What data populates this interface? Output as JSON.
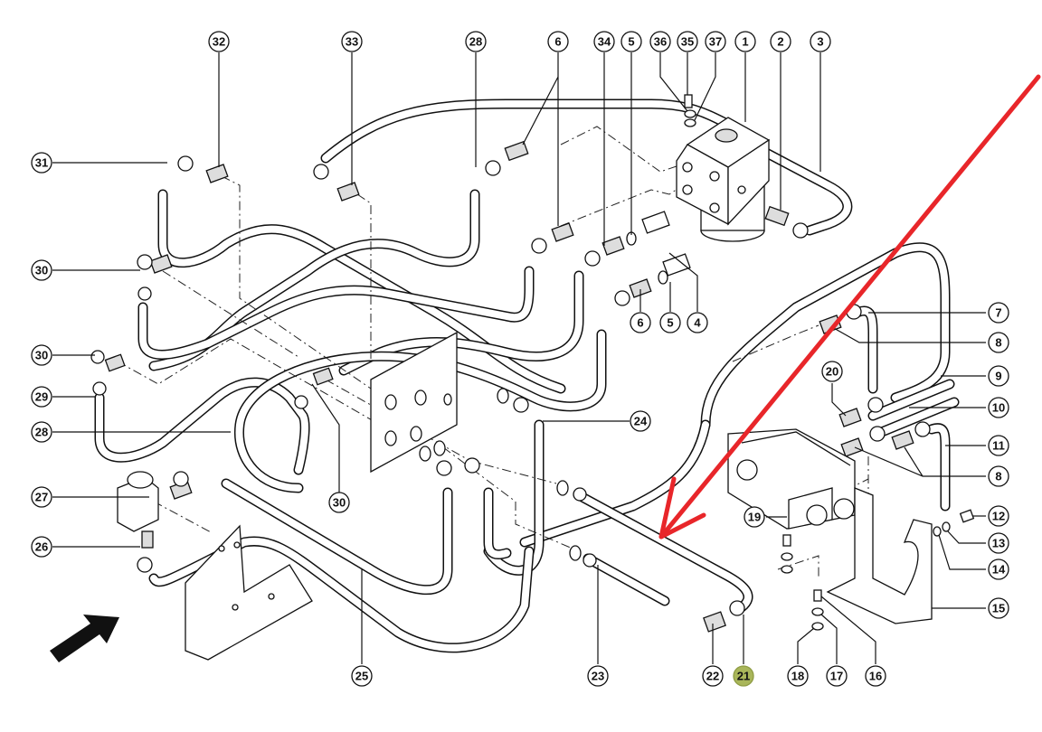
{
  "diagram": {
    "type": "exploded-parts-diagram",
    "subject": "hydraulic hose and fitting assembly",
    "highlighted_part": "21",
    "highlight_color": "#a9b65a",
    "annotation_arrow_color": "#e8262a",
    "direction_arrow_color": "#111111",
    "callouts": [
      {
        "id": "c32",
        "label": "32"
      },
      {
        "id": "c33",
        "label": "33"
      },
      {
        "id": "c28a",
        "label": "28"
      },
      {
        "id": "c6a",
        "label": "6"
      },
      {
        "id": "c34",
        "label": "34"
      },
      {
        "id": "c5a",
        "label": "5"
      },
      {
        "id": "c36",
        "label": "36"
      },
      {
        "id": "c35",
        "label": "35"
      },
      {
        "id": "c37",
        "label": "37"
      },
      {
        "id": "c1",
        "label": "1"
      },
      {
        "id": "c2",
        "label": "2"
      },
      {
        "id": "c3",
        "label": "3"
      },
      {
        "id": "c31",
        "label": "31"
      },
      {
        "id": "c30a",
        "label": "30"
      },
      {
        "id": "c30b",
        "label": "30"
      },
      {
        "id": "c29",
        "label": "29"
      },
      {
        "id": "c28b",
        "label": "28"
      },
      {
        "id": "c27",
        "label": "27"
      },
      {
        "id": "c26",
        "label": "26"
      },
      {
        "id": "c30c",
        "label": "30"
      },
      {
        "id": "c6b",
        "label": "6"
      },
      {
        "id": "c5b",
        "label": "5"
      },
      {
        "id": "c4",
        "label": "4"
      },
      {
        "id": "c7",
        "label": "7"
      },
      {
        "id": "c8a",
        "label": "8"
      },
      {
        "id": "c9",
        "label": "9"
      },
      {
        "id": "c10",
        "label": "10"
      },
      {
        "id": "c11",
        "label": "11"
      },
      {
        "id": "c8b",
        "label": "8"
      },
      {
        "id": "c12",
        "label": "12"
      },
      {
        "id": "c13",
        "label": "13"
      },
      {
        "id": "c14",
        "label": "14"
      },
      {
        "id": "c15",
        "label": "15"
      },
      {
        "id": "c20",
        "label": "20"
      },
      {
        "id": "c24",
        "label": "24"
      },
      {
        "id": "c19",
        "label": "19"
      },
      {
        "id": "c25",
        "label": "25"
      },
      {
        "id": "c23",
        "label": "23"
      },
      {
        "id": "c22",
        "label": "22"
      },
      {
        "id": "c21",
        "label": "21"
      },
      {
        "id": "c18",
        "label": "18"
      },
      {
        "id": "c17",
        "label": "17"
      },
      {
        "id": "c16",
        "label": "16"
      }
    ]
  }
}
